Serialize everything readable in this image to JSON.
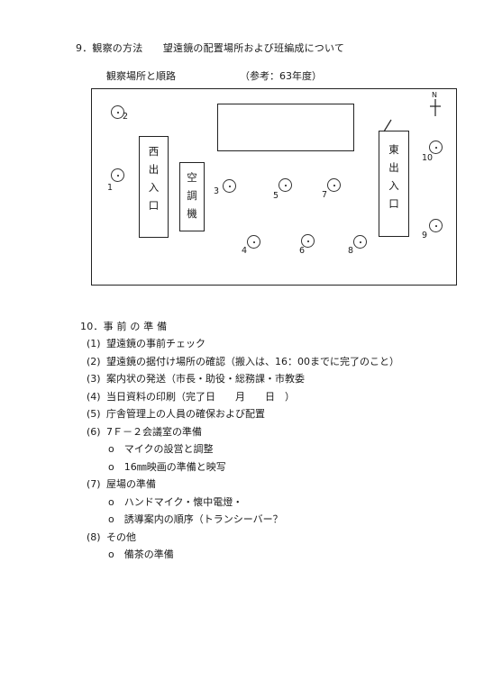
{
  "heading": "9．観察の方法　　望遠鏡の配置場所および班編成について",
  "subheading": "観察場所と順路",
  "reference": "（参考：63年度）",
  "diagram": {
    "north": "N",
    "west_entrance": [
      "西",
      "出",
      "入",
      "口"
    ],
    "aircon": [
      "空",
      "調",
      "機"
    ],
    "east_entrance": [
      "東",
      "出",
      "入",
      "口"
    ],
    "numbers": [
      "1",
      "2",
      "3",
      "4",
      "5",
      "6",
      "7",
      "8",
      "9",
      "10"
    ]
  },
  "prep": {
    "title": "10．事 前 の 準 備",
    "items": [
      {
        "num": "(1)",
        "text": "望遠鏡の事前チェック"
      },
      {
        "num": "(2)",
        "text": "望遠鏡の据付け場所の確認（搬入は、16：00までに完了のこと）"
      },
      {
        "num": "(3)",
        "text": "案内状の発送（市長・助役・総務課・市教委"
      },
      {
        "num": "(4)",
        "text": "当日資料の印刷（完了日　　月　　日　）"
      },
      {
        "num": "(5)",
        "text": "庁舎管理上の人員の確保および配置"
      },
      {
        "num": "(6)",
        "text": "7Ｆ－２会議室の準備"
      },
      {
        "sub": true,
        "text": "o　マイクの設営と調整"
      },
      {
        "sub": true,
        "text": "o　16㎜映画の準備と映写"
      },
      {
        "num": "(7)",
        "text": "屋場の準備"
      },
      {
        "sub": true,
        "text": "o　ハンドマイク・懐中電燈・"
      },
      {
        "sub": true,
        "text": "o　誘導案内の順序（トランシーバー？"
      },
      {
        "num": "(8)",
        "text": "その他"
      },
      {
        "sub": true,
        "text": "o　備茶の準備"
      }
    ]
  }
}
